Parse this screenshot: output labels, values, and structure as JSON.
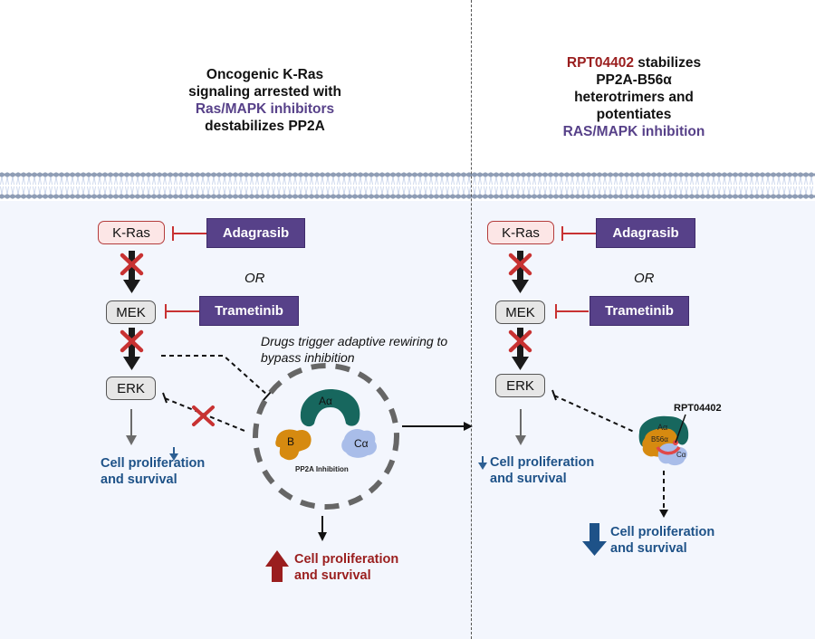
{
  "left_panel": {
    "title_lines": [
      "Oncogenic K-Ras",
      "signaling arrested with"
    ],
    "title_highlight": "Ras/MAPK inhibitors",
    "title_tail": "destabilizes PP2A",
    "nodes": {
      "kras": "K-Ras",
      "mek": "MEK",
      "erk": "ERK"
    },
    "drugs": {
      "kras_inhibitor": "Adagrasib",
      "mek_inhibitor": "Trametinib"
    },
    "or_label": "OR",
    "rewiring_note_line1": "Drugs trigger adaptive rewiring to",
    "rewiring_note_line2": "bypass inhibition",
    "pp2a": {
      "subunit_a": "Aα",
      "subunit_b": "B",
      "subunit_c": "Cα",
      "label": "PP2A Inhibition"
    },
    "outcome_decreased": {
      "line1": "Cell proliferation",
      "line2": "and survival"
    },
    "outcome_increased": {
      "line1": "Cell proliferation",
      "line2": "and survival"
    }
  },
  "right_panel": {
    "title_compound": "RPT04402",
    "title_line1_rest": " stabilizes",
    "title_line2": "PP2A-B56α",
    "title_line3": "heterotrimers and",
    "title_line4": "potentiates",
    "title_highlight": "RAS/MAPK inhibition",
    "nodes": {
      "kras": "K-Ras",
      "mek": "MEK",
      "erk": "ERK"
    },
    "drugs": {
      "kras_inhibitor": "Adagrasib",
      "mek_inhibitor": "Trametinib"
    },
    "or_label": "OR",
    "compound_label": "RPT04402",
    "pp2a": {
      "subunit_a": "Aα",
      "subunit_b": "B56α",
      "subunit_c": "Cα"
    },
    "outcome_decreased": {
      "line1": "Cell proliferation",
      "line2": "and survival"
    },
    "outcome_strong_decreased": {
      "line1": "Cell proliferation",
      "line2": "and survival"
    }
  },
  "colors": {
    "inhibitor_purple": "#574189",
    "compound_red": "#9a1e1e",
    "outcome_blue": "#1e5288",
    "block_red": "#c83232",
    "pp2a_a_teal": "#17675e",
    "pp2a_b_orange": "#d68a10",
    "pp2a_c_lavender": "#a9bde9",
    "cytoplasm": "#f3f6fd",
    "membrane_head": "#8f9db5"
  }
}
